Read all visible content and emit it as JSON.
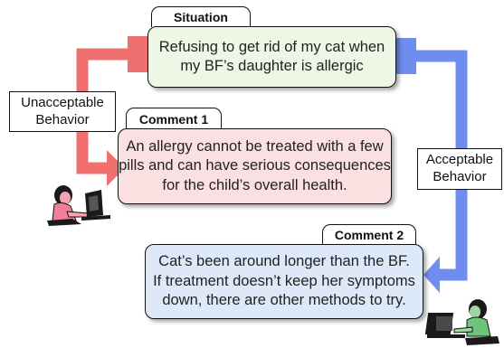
{
  "situation": {
    "tab": "Situation",
    "line1": "Refusing to get rid of my cat when",
    "line2": "my BF’s daughter is allergic"
  },
  "comment1": {
    "tab": "Comment 1",
    "line1": "An allergy cannot be treated with a few",
    "line2": "pills and can have serious consequences",
    "line3": "for the child’s overall health."
  },
  "comment2": {
    "tab": "Comment 2",
    "line1": "Cat’s been around longer than the BF.",
    "line2": "If treatment doesn’t keep her symptoms",
    "line3": "down, there are other methods to try."
  },
  "unacceptable": {
    "line1": "Unacceptable",
    "line2": "Behavior"
  },
  "acceptable": {
    "line1": "Acceptable",
    "line2": "Behavior"
  },
  "colors": {
    "situation_fill": "#eef7e6",
    "comment1_fill": "#fbe0e2",
    "comment2_fill": "#dde9f9",
    "unacceptable_arrow": "#f07070",
    "acceptable_arrow": "#6f8df0"
  },
  "icons": {
    "person1": "person-at-laptop-icon",
    "person2": "person-at-laptop-icon"
  }
}
